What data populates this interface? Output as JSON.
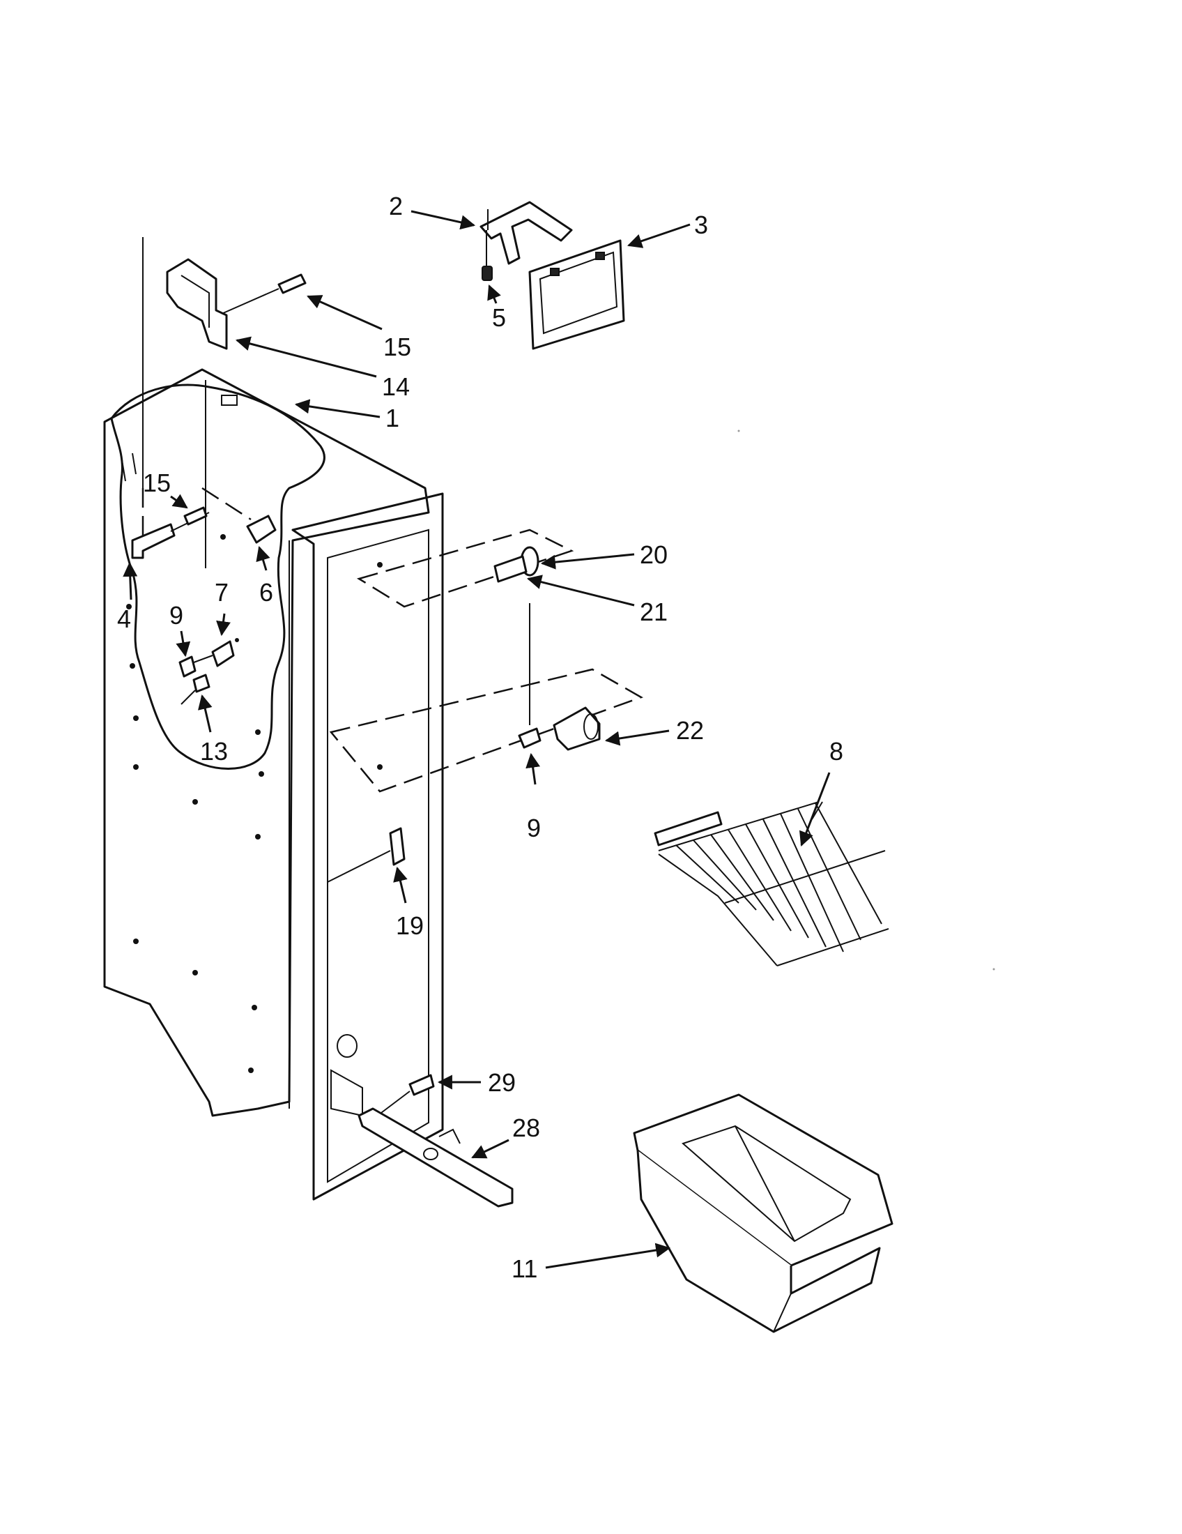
{
  "callouts": {
    "c1": "1",
    "c2": "2",
    "c3": "3",
    "c4": "4",
    "c5": "5",
    "c6": "6",
    "c7": "7",
    "c8": "8",
    "c9a": "9",
    "c9b": "9",
    "c11": "11",
    "c13": "13",
    "c14": "14",
    "c15a": "15",
    "c15b": "15",
    "c19": "19",
    "c20": "20",
    "c21": "21",
    "c22": "22",
    "c28": "28",
    "c29": "29"
  }
}
